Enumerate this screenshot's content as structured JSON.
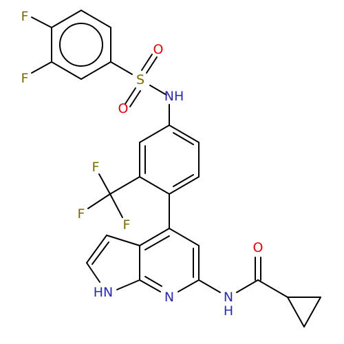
{
  "molecule": {
    "colors": {
      "bond": "#000000",
      "F": "#7a6a00",
      "S": "#7a6a00",
      "O": "#e0000f",
      "N": "#2a2ab0",
      "background": "#ffffff"
    },
    "labels": {
      "f1": "F",
      "f2": "F",
      "s": "S",
      "o_top": "O",
      "o_bottom": "O",
      "nh_sulfonamide": "NH",
      "f_cf3_top": "F",
      "f_cf3_left": "F",
      "f_cf3_bottom": "F",
      "hn_pyrrole": "HN",
      "n_pyridine": "N",
      "n_amide": "N",
      "h_amide": "H",
      "o_amide": "O"
    }
  }
}
